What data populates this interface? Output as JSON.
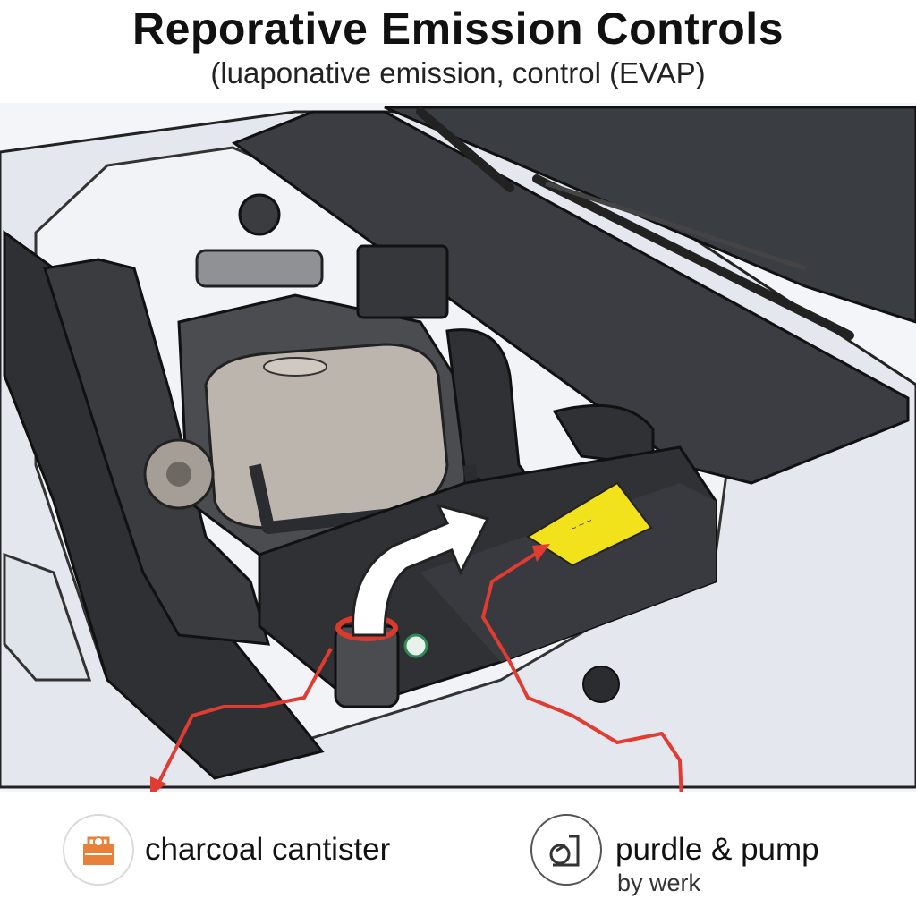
{
  "header": {
    "title": "Reporative Emission Controls",
    "subtitle": "(luaponative emission, control (EVAP)"
  },
  "illustration": {
    "subject": "car engine bay",
    "warning_label_text": "~ ~ ~"
  },
  "legend": {
    "left": {
      "icon": "charcoal-canister-icon",
      "label": "charcoal cantister",
      "icon_color": "#e8803a"
    },
    "right": {
      "icon": "purge-pump-icon",
      "label": "purdle & pump",
      "sublabel": "by werk",
      "icon_color": "#333333"
    }
  },
  "colors": {
    "callout_arrow": "#e03c31",
    "flow_arrow": "#ffffff",
    "warning_label": "#f2e21b",
    "body_panel": "#e9ecf3",
    "engine_cover": "#bcb5ad"
  }
}
